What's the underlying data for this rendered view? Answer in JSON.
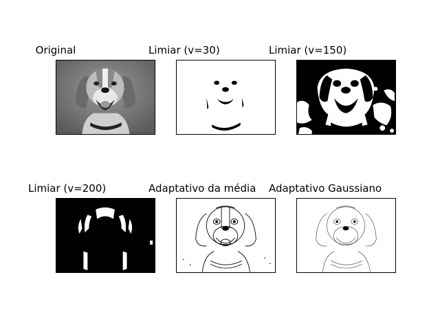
{
  "panels": [
    {
      "title": "Original"
    },
    {
      "title": "Limiar (v=30)"
    },
    {
      "title": "Limiar (v=150)"
    },
    {
      "title": "Limiar (v=200)"
    },
    {
      "title": "Adaptativo da média"
    },
    {
      "title": "Adaptativo Gaussiano"
    }
  ]
}
